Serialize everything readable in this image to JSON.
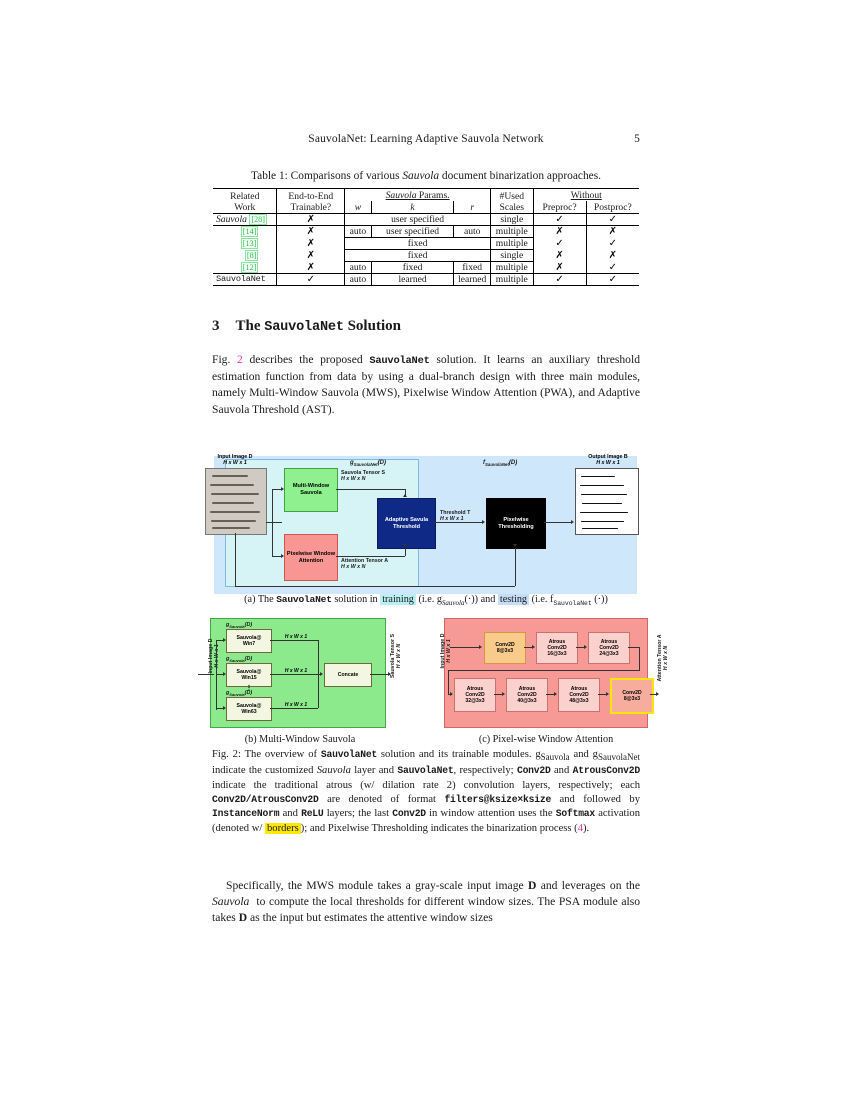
{
  "header": {
    "running_title": "SauvolaNet: Learning Adaptive Sauvola Network",
    "page_number": "5"
  },
  "table": {
    "caption_pre": "Table 1: Comparisons of various ",
    "caption_italic": "Sauvola",
    "caption_post": " document binarization approaches.",
    "headers": {
      "related_work": "Related Work",
      "related_work_l1": "Related",
      "related_work_l2": "Work",
      "e2e": "End-to-End Trainable?",
      "e2e_l1": "End-to-End",
      "e2e_l2": "Trainable?",
      "params_group": "Sauvola  Params.",
      "params_group_italic": "Sauvola",
      "params_group_rest": " Params.",
      "w": "w",
      "k": "k",
      "r": "r",
      "scales_l1": "#Used",
      "scales_l2": "Scales",
      "without": "Without",
      "preproc": "Preproc?",
      "postproc": "Postproc?"
    },
    "rows": [
      {
        "work": "Sauvola",
        "work_italic": true,
        "cite": "28",
        "e2e": "x",
        "w": "",
        "k": "user specified",
        "r": "",
        "k_span": 3,
        "scales": "single",
        "preproc": "check",
        "postproc": "check"
      },
      {
        "work": "",
        "work_italic": false,
        "cite": "14",
        "e2e": "x",
        "w": "auto",
        "k": "user specified",
        "r": "auto",
        "k_span": 1,
        "scales": "multiple",
        "preproc": "x",
        "postproc": "x"
      },
      {
        "work": "",
        "work_italic": false,
        "cite": "13",
        "e2e": "x",
        "w": "",
        "k": "fixed",
        "r": "",
        "k_span": 3,
        "scales": "multiple",
        "preproc": "check",
        "postproc": "check"
      },
      {
        "work": "",
        "work_italic": false,
        "cite": "8",
        "e2e": "x",
        "w": "",
        "k": "fixed",
        "r": "",
        "k_span": 3,
        "scales": "single",
        "preproc": "x",
        "postproc": "x"
      },
      {
        "work": "",
        "work_italic": false,
        "cite": "12",
        "e2e": "x",
        "w": "auto",
        "k": "fixed",
        "r": "fixed",
        "k_span": 1,
        "scales": "multiple",
        "preproc": "x",
        "postproc": "check"
      },
      {
        "work": "SauvolaNet",
        "work_mono": true,
        "cite": "",
        "e2e": "check",
        "w": "auto",
        "k": "learned",
        "r": "learned",
        "k_span": 1,
        "scales": "multiple",
        "preproc": "check",
        "postproc": "check"
      }
    ],
    "cite_color": "#2fbf4f"
  },
  "section": {
    "number": "3",
    "title_pre": "The ",
    "title_mono": "SauvolaNet",
    "title_post": " Solution"
  },
  "paragraphs": {
    "p1_a": "Fig. ",
    "p1_ref": "2",
    "p1_b": " describes the proposed ",
    "p1_mono": "SauvolaNet",
    "p1_c": " solution. It learns an auxiliary threshold estimation function from data by using a dual-branch design with three main modules, namely Multi-Window Sauvola (MWS), Pixelwise Window Attention (PWA), and Adaptive Sauvola Threshold (AST).",
    "p2": "Specifically, the MWS module takes a gray-scale input image D and leverages on the Sauvola  to compute the local thresholds for different window sizes. The PSA module also takes D as the input but estimates the attentive window sizes"
  },
  "figure": {
    "panel_a": {
      "input_title_l1": "Input Image D",
      "input_title_l2": "H x W x 1",
      "output_title_l1": "Output Image B",
      "output_title_l2": "H x W x 1",
      "g_label": "gSauvolaNet(D)",
      "f_label": "fSauvolaNet(D)",
      "mws_box": "Multi-Window Sauvola",
      "pwa_box": "Pixelwise Window Attention",
      "ast_box": "Adaptive Savula Threshold",
      "pt_box": "Pixelwise Thresholding",
      "sauvola_tensor_l1": "Sauvola Tensor S",
      "sauvola_tensor_l2": "H x W x N",
      "attention_tensor_l1": "Attention Tensor A",
      "attention_tensor_l2": "H x W x N",
      "threshold_l1": "Threshold T",
      "threshold_l2": "H x W x 1"
    },
    "caption_a": {
      "pre": "(a) The ",
      "mono": "SauvolaNet",
      "mid1": " solution in ",
      "training": "training",
      "mid2": " (i.e. g",
      "sub1": "Sauvola",
      "mid3": "(·)) and ",
      "testing": "testing",
      "mid4": " (i.e. f",
      "sub2": "SauvolaNet",
      "end": " (·))"
    },
    "panel_b": {
      "input_l1": "Input Image D",
      "input_l2": "H x W x 1",
      "out_l1": "Sauvola Tensor S",
      "out_l2": "H x W x N",
      "g_label": "gSauvola(D)",
      "blocks": [
        {
          "l1": "Sauvola@",
          "l2": "Win7",
          "dim": "H x W x 1"
        },
        {
          "l1": "Sauvola@",
          "l2": "Win15",
          "dim": "H x W x 1"
        },
        {
          "l1": "Sauvola@",
          "l2": "Win63",
          "dim": "H x W x 1"
        }
      ],
      "concate": "Concate",
      "ellipsis": "⋮",
      "caption": "(b) Multi-Window Sauvola"
    },
    "panel_c": {
      "input_l1": "Input Image D",
      "input_l2": "H x W x 1",
      "out_l1": "Attention Tensor A",
      "out_l2": "H x W x N",
      "blocks": [
        {
          "l1": "Conv2D",
          "l2": "",
          "l3": "8@3x3",
          "style": "orange"
        },
        {
          "l1": "Atrous",
          "l2": "Conv2D",
          "l3": "16@3x3",
          "style": "plain"
        },
        {
          "l1": "Atrous",
          "l2": "Conv2D",
          "l3": "24@3x3",
          "style": "plain"
        },
        {
          "l1": "Atrous",
          "l2": "Conv2D",
          "l3": "32@3x3",
          "style": "plain"
        },
        {
          "l1": "Atrous",
          "l2": "Conv2D",
          "l3": "40@3x3",
          "style": "plain"
        },
        {
          "l1": "Atrous",
          "l2": "Conv2D",
          "l3": "48@3x3",
          "style": "plain"
        },
        {
          "l1": "Conv2D",
          "l2": "",
          "l3": "8@3x3",
          "style": "yellowb"
        }
      ],
      "caption": "(c) Pixel-wise Window Attention"
    },
    "caption2": {
      "t1": "Fig. 2: The overview of ",
      "m1": "SauvolaNet",
      "t2": " solution and its trainable modules. g",
      "s1": "Sauvola",
      "t3": " and g",
      "s2": "SauvolaNet",
      "t4": " indicate the customized ",
      "i1": "Sauvola",
      "t5": " layer and ",
      "m2": "SauvolaNet",
      "t6": ", respectively; ",
      "m3": "Conv2D",
      "t7": " and ",
      "m4": "AtrousConv2D",
      "t8": " indicate the traditional atrous (w/ dilation rate 2) convolution layers, respectively; each ",
      "m5": "Conv2D/AtrousConv2D",
      "t9": " are denoted of format ",
      "m6": "filters@ksize×ksize",
      "t10": " and followed by ",
      "m7": "InstanceNorm",
      "t11": " and ",
      "m8": "ReLU",
      "t12": " layers; the last ",
      "m9": "Conv2D",
      "t13": " in window attention uses the ",
      "m10": "Softmax",
      "t14": " activation (denoted w/ ",
      "hl": "borders",
      "t15": "); and Pixelwise Thresholding indicates the binarization process (",
      "ref": "4",
      "t16": ")."
    }
  },
  "colors": {
    "citation_green": "#2fbf4f",
    "ref_magenta": "#e0359b",
    "mws_green": "#8ef08e",
    "pwa_red": "#f89693",
    "ast_navy": "#0f2a86",
    "panel_blue": "#cfe7fb",
    "panel_cyan": "#d6f4f6",
    "highlight_yellow": "#ffe800",
    "highlight_train": "#b9f0f4",
    "highlight_test": "#c5ddf6"
  }
}
